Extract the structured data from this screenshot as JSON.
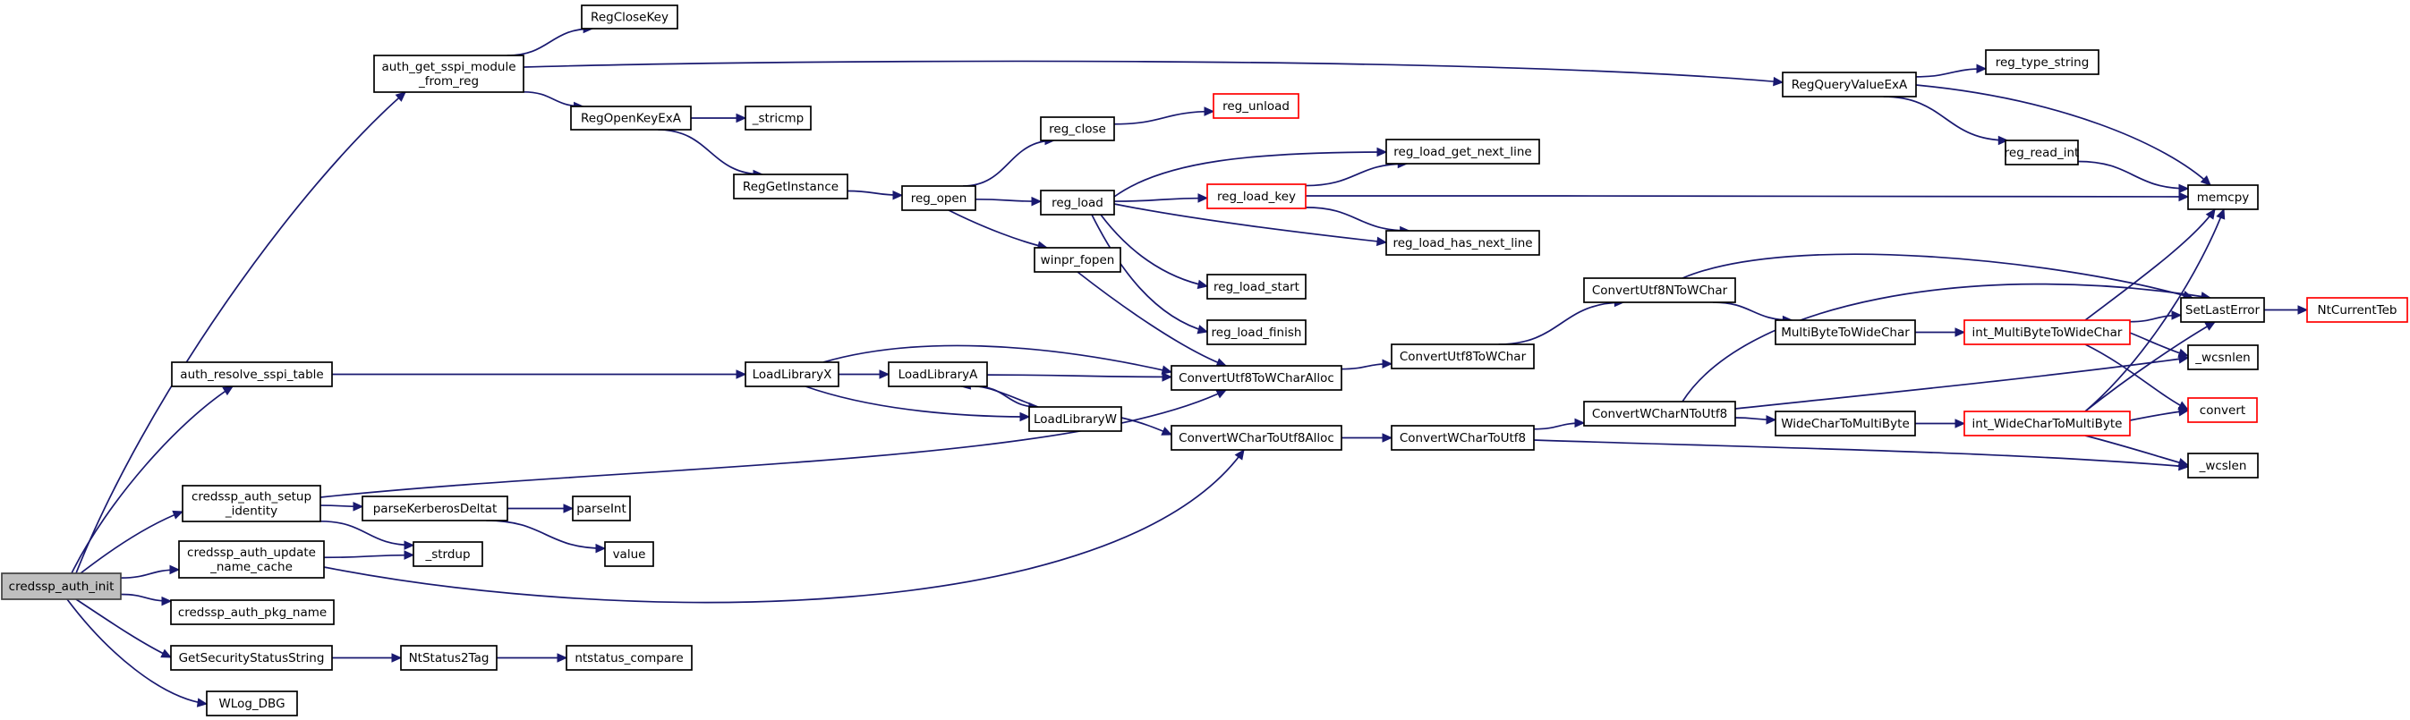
{
  "graph": {
    "nodes": [
      {
        "id": "credssp_auth_init",
        "lines": [
          "credssp_auth_init"
        ],
        "start": true
      },
      {
        "id": "auth_get_sspi",
        "lines": [
          "auth_get_sspi_module",
          "_from_reg"
        ]
      },
      {
        "id": "RegCloseKey",
        "lines": [
          "RegCloseKey"
        ]
      },
      {
        "id": "RegOpenKeyExA",
        "lines": [
          "RegOpenKeyExA"
        ]
      },
      {
        "id": "_stricmp",
        "lines": [
          "_stricmp"
        ]
      },
      {
        "id": "RegGetInstance",
        "lines": [
          "RegGetInstance"
        ]
      },
      {
        "id": "reg_open",
        "lines": [
          "reg_open"
        ]
      },
      {
        "id": "reg_close",
        "lines": [
          "reg_close"
        ]
      },
      {
        "id": "reg_unload",
        "lines": [
          "reg_unload"
        ],
        "truncated": true
      },
      {
        "id": "reg_load",
        "lines": [
          "reg_load"
        ]
      },
      {
        "id": "reg_load_key",
        "lines": [
          "reg_load_key"
        ],
        "truncated": true
      },
      {
        "id": "reg_load_get_next_line",
        "lines": [
          "reg_load_get_next_line"
        ]
      },
      {
        "id": "reg_load_has_next_line",
        "lines": [
          "reg_load_has_next_line"
        ]
      },
      {
        "id": "reg_load_start",
        "lines": [
          "reg_load_start"
        ]
      },
      {
        "id": "reg_load_finish",
        "lines": [
          "reg_load_finish"
        ]
      },
      {
        "id": "winpr_fopen",
        "lines": [
          "winpr_fopen"
        ]
      },
      {
        "id": "RegQueryValueExA",
        "lines": [
          "RegQueryValueExA"
        ]
      },
      {
        "id": "reg_type_string",
        "lines": [
          "reg_type_string"
        ]
      },
      {
        "id": "reg_read_int",
        "lines": [
          "reg_read_int"
        ]
      },
      {
        "id": "memcpy",
        "lines": [
          "memcpy"
        ]
      },
      {
        "id": "auth_resolve_sspi_table",
        "lines": [
          "auth_resolve_sspi_table"
        ]
      },
      {
        "id": "LoadLibraryX",
        "lines": [
          "LoadLibraryX"
        ]
      },
      {
        "id": "LoadLibraryA",
        "lines": [
          "LoadLibraryA"
        ]
      },
      {
        "id": "LoadLibraryW",
        "lines": [
          "LoadLibraryW"
        ]
      },
      {
        "id": "ConvertUtf8ToWCharAlloc",
        "lines": [
          "ConvertUtf8ToWCharAlloc"
        ]
      },
      {
        "id": "ConvertUtf8ToWChar",
        "lines": [
          "ConvertUtf8ToWChar"
        ]
      },
      {
        "id": "ConvertUtf8NToWChar",
        "lines": [
          "ConvertUtf8NToWChar"
        ]
      },
      {
        "id": "MultiByteToWideChar",
        "lines": [
          "MultiByteToWideChar"
        ]
      },
      {
        "id": "int_MultiByteToWideChar",
        "lines": [
          "int_MultiByteToWideChar"
        ],
        "truncated": true
      },
      {
        "id": "SetLastError",
        "lines": [
          "SetLastError"
        ]
      },
      {
        "id": "NtCurrentTeb",
        "lines": [
          "NtCurrentTeb"
        ],
        "truncated": true
      },
      {
        "id": "_wcsnlen",
        "lines": [
          "_wcsnlen"
        ]
      },
      {
        "id": "convert",
        "lines": [
          "convert"
        ],
        "truncated": true
      },
      {
        "id": "ConvertWCharToUtf8Alloc",
        "lines": [
          "ConvertWCharToUtf8Alloc"
        ]
      },
      {
        "id": "ConvertWCharToUtf8",
        "lines": [
          "ConvertWCharToUtf8"
        ]
      },
      {
        "id": "ConvertWCharNToUtf8",
        "lines": [
          "ConvertWCharNToUtf8"
        ]
      },
      {
        "id": "WideCharToMultiByte",
        "lines": [
          "WideCharToMultiByte"
        ]
      },
      {
        "id": "int_WideCharToMultiByte",
        "lines": [
          "int_WideCharToMultiByte"
        ],
        "truncated": true
      },
      {
        "id": "_wcslen",
        "lines": [
          "_wcslen"
        ]
      },
      {
        "id": "credssp_auth_setup_identity",
        "lines": [
          "credssp_auth_setup",
          "_identity"
        ]
      },
      {
        "id": "parseKerberosDeltat",
        "lines": [
          "parseKerberosDeltat"
        ]
      },
      {
        "id": "parseInt",
        "lines": [
          "parseInt"
        ]
      },
      {
        "id": "value",
        "lines": [
          "value"
        ]
      },
      {
        "id": "_strdup",
        "lines": [
          "_strdup"
        ]
      },
      {
        "id": "credssp_auth_update_name_cache",
        "lines": [
          "credssp_auth_update",
          "_name_cache"
        ]
      },
      {
        "id": "credssp_auth_pkg_name",
        "lines": [
          "credssp_auth_pkg_name"
        ]
      },
      {
        "id": "GetSecurityStatusString",
        "lines": [
          "GetSecurityStatusString"
        ]
      },
      {
        "id": "NtStatus2Tag",
        "lines": [
          "NtStatus2Tag"
        ]
      },
      {
        "id": "ntstatus_compare",
        "lines": [
          "ntstatus_compare"
        ]
      },
      {
        "id": "WLog_DBG",
        "lines": [
          "WLog_DBG"
        ]
      }
    ],
    "edges": [
      {
        "from": "credssp_auth_init",
        "to": "auth_get_sspi"
      },
      {
        "from": "credssp_auth_init",
        "to": "auth_resolve_sspi_table"
      },
      {
        "from": "credssp_auth_init",
        "to": "credssp_auth_setup_identity"
      },
      {
        "from": "credssp_auth_init",
        "to": "credssp_auth_update_name_cache"
      },
      {
        "from": "credssp_auth_init",
        "to": "credssp_auth_pkg_name"
      },
      {
        "from": "credssp_auth_init",
        "to": "GetSecurityStatusString"
      },
      {
        "from": "credssp_auth_init",
        "to": "WLog_DBG"
      },
      {
        "from": "auth_get_sspi",
        "to": "RegCloseKey"
      },
      {
        "from": "auth_get_sspi",
        "to": "RegOpenKeyExA"
      },
      {
        "from": "auth_get_sspi",
        "to": "RegQueryValueExA"
      },
      {
        "from": "RegOpenKeyExA",
        "to": "_stricmp"
      },
      {
        "from": "RegOpenKeyExA",
        "to": "RegGetInstance"
      },
      {
        "from": "RegGetInstance",
        "to": "reg_open"
      },
      {
        "from": "reg_open",
        "to": "reg_close"
      },
      {
        "from": "reg_open",
        "to": "reg_load"
      },
      {
        "from": "reg_open",
        "to": "winpr_fopen"
      },
      {
        "from": "reg_close",
        "to": "reg_unload"
      },
      {
        "from": "reg_load",
        "to": "reg_load_get_next_line"
      },
      {
        "from": "reg_load",
        "to": "reg_load_key"
      },
      {
        "from": "reg_load",
        "to": "reg_load_has_next_line"
      },
      {
        "from": "reg_load",
        "to": "reg_load_start"
      },
      {
        "from": "reg_load",
        "to": "reg_load_finish"
      },
      {
        "from": "reg_load_key",
        "to": "reg_load_get_next_line"
      },
      {
        "from": "reg_load_key",
        "to": "memcpy"
      },
      {
        "from": "reg_load_key",
        "to": "reg_load_has_next_line"
      },
      {
        "from": "winpr_fopen",
        "to": "ConvertUtf8ToWCharAlloc"
      },
      {
        "from": "RegQueryValueExA",
        "to": "reg_type_string"
      },
      {
        "from": "RegQueryValueExA",
        "to": "reg_read_int"
      },
      {
        "from": "RegQueryValueExA",
        "to": "memcpy"
      },
      {
        "from": "reg_read_int",
        "to": "memcpy"
      },
      {
        "from": "auth_resolve_sspi_table",
        "to": "LoadLibraryX"
      },
      {
        "from": "LoadLibraryX",
        "to": "LoadLibraryA"
      },
      {
        "from": "LoadLibraryX",
        "to": "LoadLibraryW"
      },
      {
        "from": "LoadLibraryX",
        "to": "ConvertUtf8ToWCharAlloc"
      },
      {
        "from": "LoadLibraryA",
        "to": "LoadLibraryW"
      },
      {
        "from": "LoadLibraryA",
        "to": "ConvertUtf8ToWCharAlloc"
      },
      {
        "from": "LoadLibraryW",
        "to": "LoadLibraryA"
      },
      {
        "from": "LoadLibraryW",
        "to": "ConvertWCharToUtf8Alloc"
      },
      {
        "from": "ConvertUtf8ToWCharAlloc",
        "to": "ConvertUtf8ToWChar"
      },
      {
        "from": "ConvertUtf8ToWChar",
        "to": "ConvertUtf8NToWChar"
      },
      {
        "from": "ConvertUtf8NToWChar",
        "to": "MultiByteToWideChar"
      },
      {
        "from": "ConvertUtf8NToWChar",
        "to": "SetLastError"
      },
      {
        "from": "MultiByteToWideChar",
        "to": "int_MultiByteToWideChar"
      },
      {
        "from": "int_MultiByteToWideChar",
        "to": "SetLastError"
      },
      {
        "from": "int_MultiByteToWideChar",
        "to": "memcpy"
      },
      {
        "from": "int_MultiByteToWideChar",
        "to": "_wcsnlen"
      },
      {
        "from": "int_MultiByteToWideChar",
        "to": "convert"
      },
      {
        "from": "SetLastError",
        "to": "NtCurrentTeb"
      },
      {
        "from": "ConvertWCharToUtf8Alloc",
        "to": "ConvertWCharToUtf8"
      },
      {
        "from": "ConvertWCharToUtf8",
        "to": "ConvertWCharNToUtf8"
      },
      {
        "from": "ConvertWCharToUtf8",
        "to": "_wcslen"
      },
      {
        "from": "ConvertWCharNToUtf8",
        "to": "SetLastError"
      },
      {
        "from": "ConvertWCharNToUtf8",
        "to": "_wcsnlen"
      },
      {
        "from": "ConvertWCharNToUtf8",
        "to": "WideCharToMultiByte"
      },
      {
        "from": "WideCharToMultiByte",
        "to": "int_WideCharToMultiByte"
      },
      {
        "from": "int_WideCharToMultiByte",
        "to": "memcpy"
      },
      {
        "from": "int_WideCharToMultiByte",
        "to": "SetLastError"
      },
      {
        "from": "int_WideCharToMultiByte",
        "to": "convert"
      },
      {
        "from": "int_WideCharToMultiByte",
        "to": "_wcslen"
      },
      {
        "from": "credssp_auth_setup_identity",
        "to": "ConvertUtf8ToWCharAlloc"
      },
      {
        "from": "credssp_auth_setup_identity",
        "to": "parseKerberosDeltat"
      },
      {
        "from": "credssp_auth_setup_identity",
        "to": "_strdup"
      },
      {
        "from": "parseKerberosDeltat",
        "to": "parseInt"
      },
      {
        "from": "parseKerberosDeltat",
        "to": "value"
      },
      {
        "from": "credssp_auth_update_name_cache",
        "to": "_strdup"
      },
      {
        "from": "credssp_auth_update_name_cache",
        "to": "ConvertWCharToUtf8Alloc"
      },
      {
        "from": "GetSecurityStatusString",
        "to": "NtStatus2Tag"
      },
      {
        "from": "NtStatus2Tag",
        "to": "ntstatus_compare"
      }
    ]
  }
}
